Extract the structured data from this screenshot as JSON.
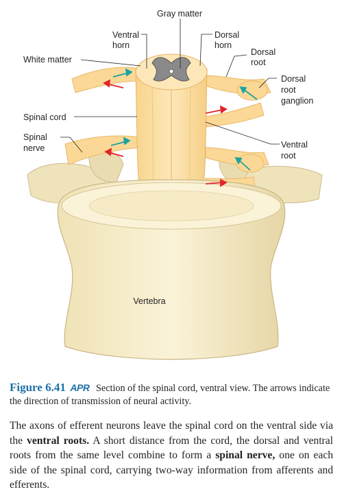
{
  "labels": {
    "gray_matter": "Gray matter",
    "ventral_horn": [
      "Ventral",
      "horn"
    ],
    "dorsal_horn": [
      "Dorsal",
      "horn"
    ],
    "dorsal_root": [
      "Dorsal",
      "root"
    ],
    "white_matter": "White matter",
    "dorsal_root_ganglion": [
      "Dorsal",
      "root",
      "ganglion"
    ],
    "spinal_cord": "Spinal cord",
    "spinal_nerve": [
      "Spinal",
      "nerve"
    ],
    "ventral_root": [
      "Ventral",
      "root"
    ],
    "vertebra": "Vertebra"
  },
  "caption": {
    "figure_number": "Figure 6.41",
    "apr": "APR",
    "text": "Section of the spinal cord, ventral view. The arrows indicate the direction of transmission of neural activity."
  },
  "body": {
    "t1": "The axons of efferent neurons leave the spinal cord on the ventral side via the ",
    "b1": "ventral roots.",
    "t2": " A short distance from the cord, the dorsal and ventral roots from the same level combine to form a ",
    "b2": "spinal nerve,",
    "t3": " one on each side of the spinal cord, carrying two-way information from afferents and efferents."
  },
  "colors": {
    "bone": "#f6ebc6",
    "bone_shadow": "#d9c89a",
    "nerve": "#fbd896",
    "nerve_light": "#fde8bb",
    "gray_matter": "#8a8a8a",
    "arrow_efferent": "#e2242b",
    "arrow_afferent": "#1aa3a0",
    "figure_blue": "#1d6fa8"
  }
}
